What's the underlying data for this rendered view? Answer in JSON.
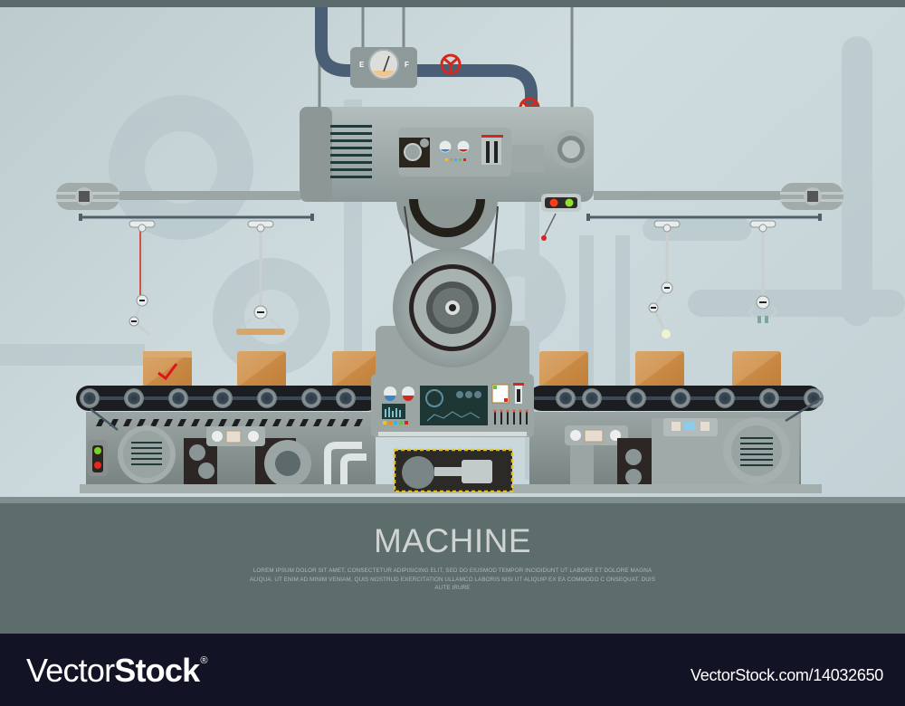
{
  "illustration": {
    "subject": "industrial production line machine",
    "fuel_gauge": {
      "left_label": "E",
      "right_label": "F"
    },
    "boxes_on_belt": 6,
    "inspected_box_mark": "checkmark",
    "indicator_lights": {
      "top_right": [
        "red",
        "green"
      ],
      "lower_left": [
        "green",
        "red"
      ]
    },
    "colors": {
      "background": "#c6d4d8",
      "machine_gray": "#9aa6a5",
      "pipe_blue": "#4a5e76",
      "valve_red": "#d3291c",
      "box_orange": "#c98a45",
      "belt_black": "#1b1d20",
      "floor": "#5d6d6c",
      "footer": "#121426"
    }
  },
  "heading": {
    "title": "MACHINE",
    "body": "LOREM IPSUM DOLOR SIT AMET, CONSECTETUR ADIPISICING ELIT, SED DO EIUSMOD TEMPOR INCIDIDUNT UT LABORE ET DOLORE MAGNA ALIQUA. UT ENIM AD MINIM VENIAM, QUIS NOSTRUD EXERCITATION ULLAMCO LABORIS NISI UT ALIQUIP EX EA COMMODO C ONSEQUAT. DUIS AUTE IRURE"
  },
  "footer": {
    "logo_light": "Vector",
    "logo_bold": "Stock",
    "logo_mark": "®",
    "reference": "VectorStock.com/14032650"
  }
}
